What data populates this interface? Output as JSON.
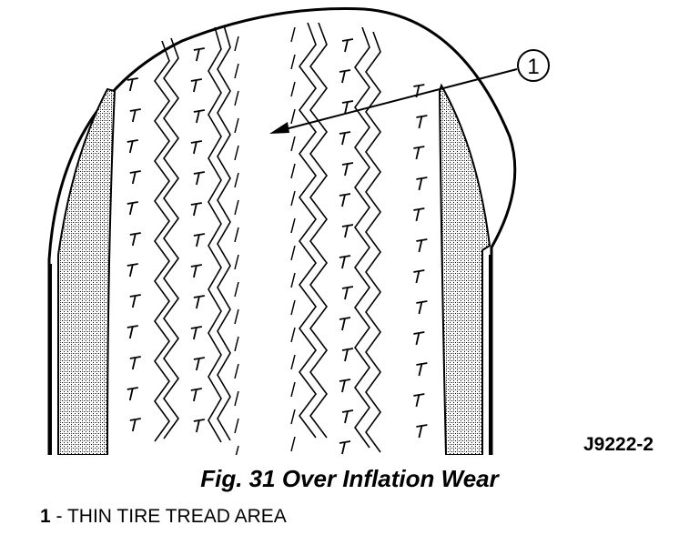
{
  "figure": {
    "callout_number": "1",
    "drawing_ref": "J9222-2",
    "caption": "Fig. 31 Over Inflation Wear"
  },
  "legend": {
    "items": [
      {
        "number": "1",
        "separator": " - ",
        "text": "THIN TIRE TREAD AREA"
      }
    ]
  }
}
